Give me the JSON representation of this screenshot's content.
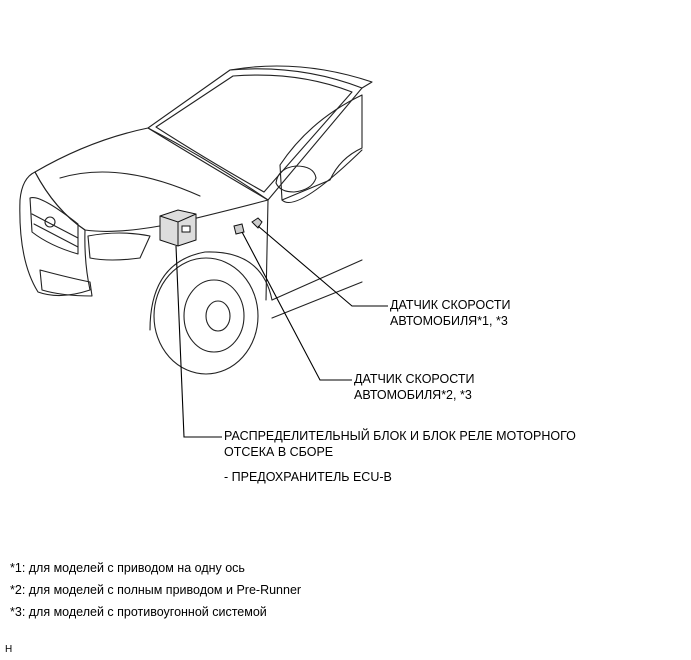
{
  "callouts": {
    "sensor1": {
      "line1": "ДАТЧИК СКОРОСТИ",
      "line2": "АВТОМОБИЛЯ*1, *3"
    },
    "sensor2": {
      "line1": "ДАТЧИК СКОРОСТИ",
      "line2": "АВТОМОБИЛЯ*2, *3"
    },
    "junction_block": {
      "line1": "РАСПРЕДЕЛИТЕЛЬНЫЙ БЛОК И БЛОК РЕЛЕ МОТОРНОГО",
      "line2": "ОТСЕКА В СБОРЕ"
    },
    "fuse": "- ПРЕДОХРАНИТЕЛЬ ECU-B"
  },
  "footnotes": [
    "*1: для моделей с приводом на одну ось",
    "*2: для моделей с полным приводом и Pre-Runner",
    "*3: для моделей с противоугонной системой"
  ],
  "page_code": "H"
}
